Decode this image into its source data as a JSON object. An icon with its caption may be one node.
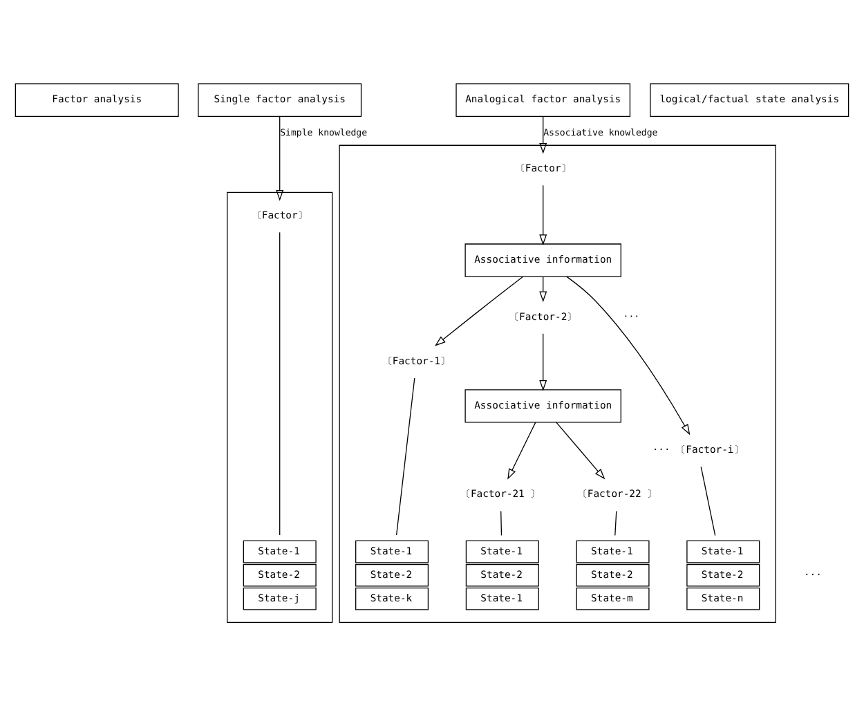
{
  "diagram": {
    "nodes": [
      {
        "text": [
          "Factor analysis"
        ]
      },
      {
        "text": [
          "Single factor analysis"
        ]
      },
      {
        "text": [
          "Analogical factor analysis"
        ]
      },
      {
        "text": [
          "logical/factual state analysis"
        ]
      },
      {
        "text": [],
        "shape": "box"
      },
      {
        "text": [
          "〔Factor〕"
        ],
        "in": 4
      },
      {
        "text": [
          "Associative information"
        ],
        "in": 4
      },
      {
        "text": [
          "〔Factor-1〕"
        ],
        "in": 4
      },
      {
        "text": [
          "〔Factor-2〕"
        ],
        "in": 4
      },
      {
        "text": [
          "〔Factor-i〕"
        ],
        "in": 4,
        "beside": [
          "···"
        ]
      },
      {
        "text": [
          "Associative information"
        ],
        "in": 4
      },
      {
        "text": [
          "〔Factor-21 〕"
        ],
        "in": 4
      },
      {
        "text": [
          "〔Factor-22 〕"
        ],
        "in": 4
      },
      {
        "text": [
          "State-1",
          "State-2",
          "State-k"
        ],
        "in": 4
      },
      {
        "text": [
          "State-1",
          "State-2",
          "State-1"
        ],
        "in": 4
      },
      {
        "text": [
          "State-1",
          "State-2",
          "State-m"
        ],
        "in": 4
      },
      {
        "text": [
          "State-1",
          "State-2",
          "State-n"
        ],
        "in": 4
      },
      {
        "text": [],
        "shape": "box"
      },
      {
        "text": [
          "〔Factor〕"
        ],
        "in": 17
      },
      {
        "text": [
          "State-1",
          "State-2",
          "State-j"
        ],
        "in": 17
      }
    ],
    "edges": [
      {
        "from": 2,
        "to": 5,
        "arrow": "to",
        "label": "Associative knowledge"
      },
      {
        "from": 5,
        "to": 6,
        "arrow": "to"
      },
      {
        "from": 6,
        "to": 7,
        "arrow": "to"
      },
      {
        "from": 6,
        "to": 8,
        "arrow": "to"
      },
      {
        "from": 6,
        "to": 9,
        "arrow": "to",
        "label": "···"
      },
      {
        "from": 8,
        "to": 10,
        "arrow": "to"
      },
      {
        "from": 10,
        "to": 11,
        "arrow": "to"
      },
      {
        "from": 10,
        "to": 12,
        "arrow": "to"
      },
      {
        "from": 7,
        "to": 13,
        "arrow": "none"
      },
      {
        "from": 11,
        "to": 14,
        "arrow": "none"
      },
      {
        "from": 12,
        "to": 15,
        "arrow": "none"
      },
      {
        "from": 9,
        "to": 16,
        "arrow": "none"
      },
      {
        "from": 1,
        "to": 18,
        "arrow": "to",
        "label": "Simple knowledge"
      },
      {
        "from": 18,
        "to": 19,
        "arrow": "none"
      }
    ],
    "labels": [
      "···"
    ]
  }
}
